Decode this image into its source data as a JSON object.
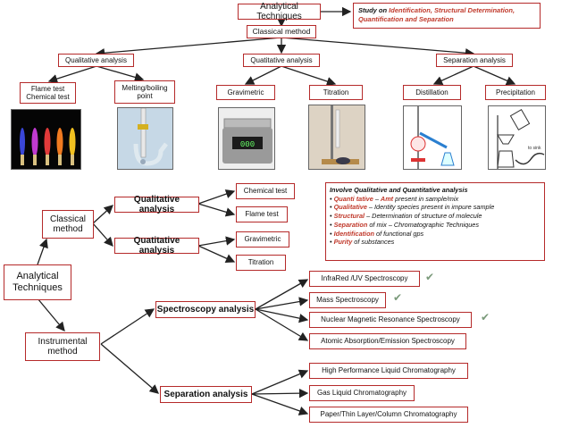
{
  "top": {
    "analytical_techniques": "Analytical Techniques",
    "classical_method": "Classical method",
    "study": {
      "prefix": "Study on ",
      "identification": "Identification, ",
      "structural": "Structural Determination, ",
      "quantification": "Quantification and Separation"
    }
  },
  "top_branches": {
    "qualitative": "Qualitative analysis",
    "quantitative": "Quatitative analysis",
    "separation": "Separation analysis"
  },
  "methods": {
    "flame": "Flame test Chemical test",
    "melting": "Melting/boiling point",
    "gravimetric": "Gravimetric",
    "titration": "Titration",
    "distillation": "Distillation",
    "precipitation": "Precipitation"
  },
  "tree": {
    "root": "Analytical Techniques",
    "classical": "Classical method",
    "instrumental": "Instrumental method",
    "qualitative": "Qualitative analysis",
    "quantitative": "Quatitative analysis",
    "chemical_test": "Chemical test",
    "flame_test": "Flame test",
    "gravimetric": "Gravimetric",
    "titration": "Titration",
    "spectroscopy": "Spectroscopy analysis",
    "separation": "Separation analysis",
    "ir": "InfraRed /UV Spectroscopy",
    "mass": "Mass Spectroscopy",
    "nmr": "Nuclear Magnetic Resonance Spectroscopy",
    "aas": "Atomic Absorption/Emission Spectroscopy",
    "hplc": "High Performance Liquid Chromatography",
    "glc": "Gas Liquid Chromatography",
    "paper": "Paper/Thin Layer/Column Chromatography"
  },
  "info": {
    "title": "Involve Qualitative and Quantitative analysis",
    "l1_key": "Quanti tative",
    "l1_mid": " – ",
    "l1_amt": "Amt",
    "l1_rest": " present in sample/mix",
    "l2_key": "Qualitative",
    "l2_rest": " – Identity species present in impure sample",
    "l3_key": "Structural",
    "l3_rest": " – Determination of structure of molecule",
    "l4_key": "Separation",
    "l4_rest": " of mix – Chromatographic Techniques",
    "l5_key": "Identification",
    "l5_rest": " of functional gps",
    "l6_key": "Purity",
    "l6_rest": " of substances"
  },
  "photo_labels": {
    "balance_display": "000",
    "sink_label": "to sink"
  },
  "icons": [
    "checkmark-icon"
  ],
  "colors": {
    "border": "#b52a2a",
    "highlight": "#c0392b",
    "line": "#222222"
  }
}
